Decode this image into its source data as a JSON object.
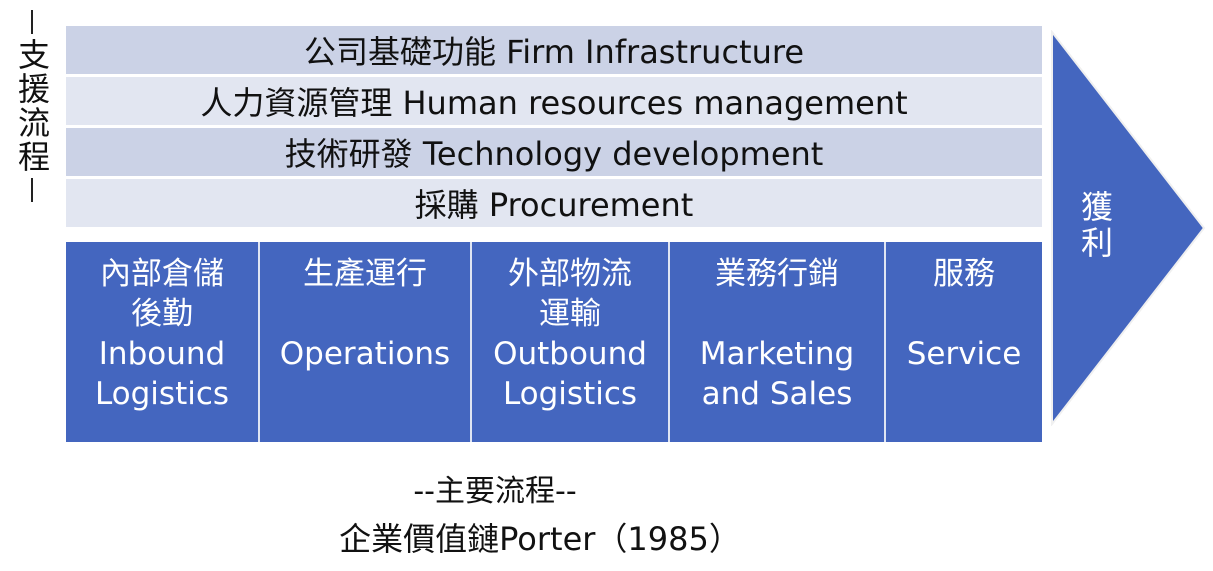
{
  "support": {
    "label": "支援流程",
    "activities": [
      "公司基礎功能 Firm Infrastructure",
      "人力資源管理 Human resources management",
      "技術研發 Technology development",
      "採購 Procurement"
    ]
  },
  "primary": {
    "activities": [
      {
        "zh": "內部倉儲後勤",
        "en": "Inbound Logistics"
      },
      {
        "zh": "生產運行",
        "en": "Operations"
      },
      {
        "zh": "外部物流運輸",
        "en": "Outbound Logistics"
      },
      {
        "zh": "業務行銷",
        "en": "Marketing and Sales"
      },
      {
        "zh": "服務",
        "en": "Service"
      }
    ],
    "caption": "--主要流程--"
  },
  "margin": {
    "label": "獲利"
  },
  "source": "企業價值鏈Porter（1985）",
  "colors": {
    "primary_blue": "#4466bf",
    "band_dark": "#cbd2e6",
    "band_light": "#e2e6f1"
  }
}
